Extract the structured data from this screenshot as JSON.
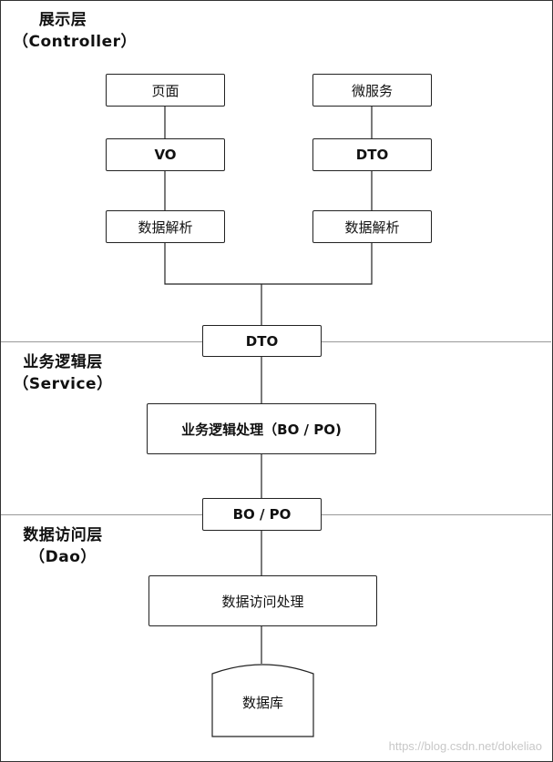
{
  "layers": {
    "controller": {
      "title": "展示层",
      "subtitle": "（Controller）"
    },
    "service": {
      "title": "业务逻辑层",
      "subtitle": "（Service）"
    },
    "dao": {
      "title": "数据访问层",
      "subtitle": "（Dao）"
    }
  },
  "nodes": {
    "page": "页面",
    "microservice": "微服务",
    "vo": "VO",
    "dto_left": "DTO",
    "parse_left": "数据解析",
    "parse_right": "数据解析",
    "dto_center": "DTO",
    "business_logic": "业务逻辑处理（BO / PO)",
    "bo_po": "BO / PO",
    "data_access": "数据访问处理",
    "database": "数据库"
  },
  "watermark": "https://blog.csdn.net/dokeliao"
}
